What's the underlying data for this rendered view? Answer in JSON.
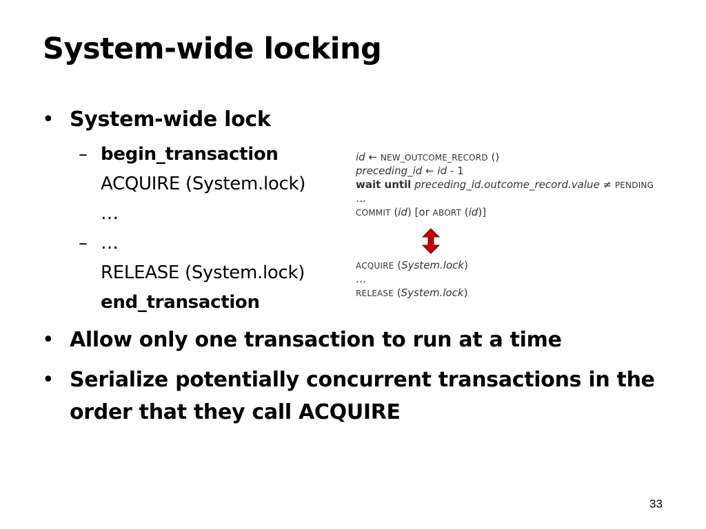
{
  "slide": {
    "title": "System-wide locking",
    "page_number": "33",
    "bullets": {
      "b1": "System-wide lock",
      "b2": "Allow only one transaction to run at a time",
      "b3_line1": "Serialize potentially concurrent transactions in the",
      "b3_line2": "order that they call ACQUIRE",
      "bullet_char": "•"
    },
    "sub_bullets": {
      "dash_char": "–",
      "s1_bold": "begin_transaction",
      "s1_line2": "ACQUIRE (System.lock)",
      "s1_line3": "…",
      "s2_line1": "…",
      "s2_line2": "RELEASE (System.lock)",
      "s2_bold": "end_transaction"
    },
    "code_top": {
      "l1_id": "id",
      "l1_arrow": " ← ",
      "l1_kw": "NEW_OUTCOME_RECORD",
      "l1_end": " ()",
      "l2_a": "preceding_id",
      "l2_arrow": " ← ",
      "l2_b": "id",
      "l2_end": " - 1",
      "l3_kw": "wait until",
      "l3_expr": " preceding_id.outcome_record.value",
      "l3_neq": " ≠ ",
      "l3_sc": "PENDING",
      "l4": "…",
      "l5_commit": "COMMIT",
      "l5_a": " (",
      "l5_id1": "id",
      "l5_b": ") [or ",
      "l5_abort": "ABORT",
      "l5_c": " (",
      "l5_id2": "id",
      "l5_d": ")]"
    },
    "code_bottom": {
      "l1_kw": "ACQUIRE",
      "l1_a": " (",
      "l1_arg": "System.lock",
      "l1_b": ")",
      "l2": "…",
      "l3_kw": "RELEASE",
      "l3_a": " (",
      "l3_arg": "System.lock",
      "l3_b": ")"
    },
    "colors": {
      "arrow_fill": "#c00000",
      "arrow_stroke": "#7a0000",
      "code_text": "#333333"
    }
  }
}
